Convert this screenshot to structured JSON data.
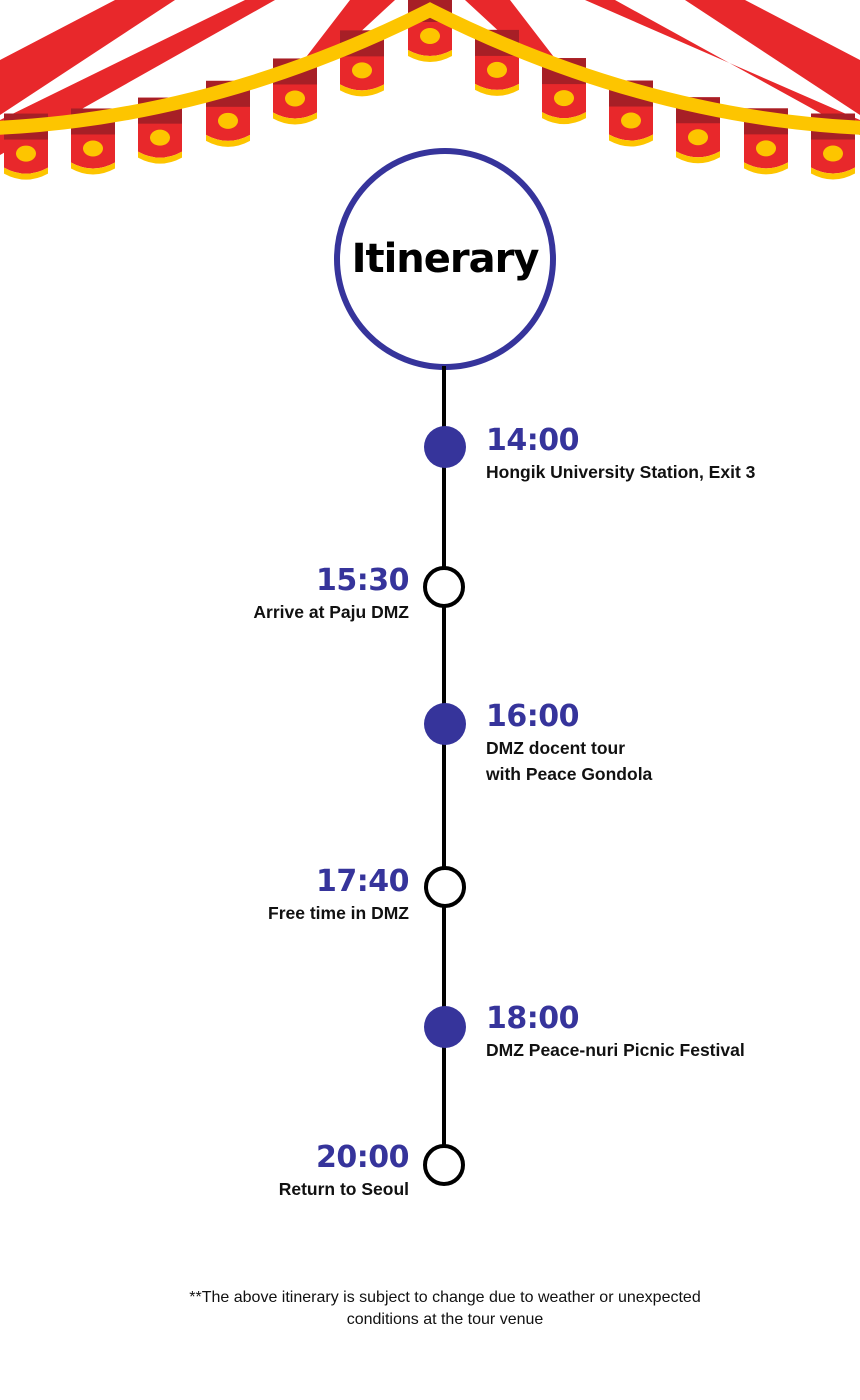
{
  "title": "Itinerary",
  "colors": {
    "accent": "#36349b",
    "tent_red": "#e8282b",
    "tent_gold": "#fdc500"
  },
  "timeline": [
    {
      "time": "14:00",
      "description": "Hongik University Station, Exit 3",
      "marker": "filled"
    },
    {
      "time": "15:30",
      "description": "Arrive at Paju DMZ",
      "marker": "hollow"
    },
    {
      "time": "16:00",
      "description": "DMZ docent tour\nwith Peace Gondola",
      "marker": "filled"
    },
    {
      "time": "17:40",
      "description": "Free time in DMZ",
      "marker": "hollow"
    },
    {
      "time": "18:00",
      "description": "DMZ Peace-nuri Picnic Festival",
      "marker": "filled"
    },
    {
      "time": "20:00",
      "description": "Return to Seoul",
      "marker": "hollow"
    }
  ],
  "footnote": "**The above itinerary is subject to change due to weather or unexpected\nconditions at the tour venue"
}
